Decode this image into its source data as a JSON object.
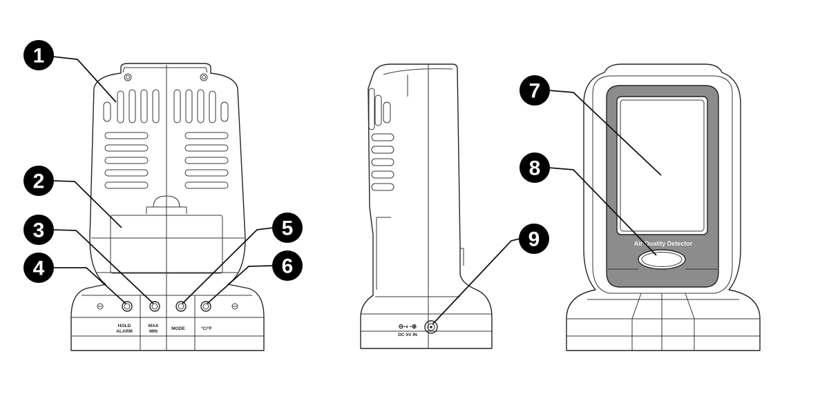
{
  "callouts": [
    "1",
    "2",
    "3",
    "4",
    "5",
    "6",
    "7",
    "8",
    "9"
  ],
  "back_buttons": [
    {
      "line1": "HOLD",
      "line2": "ALARM"
    },
    {
      "line1": "MAX",
      "line2": "MIN"
    },
    {
      "line1": "MODE",
      "line2": ""
    },
    {
      "line1": "°C/°F",
      "line2": ""
    }
  ],
  "power_label": "DC 5V IN",
  "power_polarity": "⊖-◐-⊕",
  "device_label": "Air Quality Detector",
  "colors": {
    "outline": "#222222",
    "screen_frame": "#8c8c8c",
    "callout_fill": "#000000"
  }
}
